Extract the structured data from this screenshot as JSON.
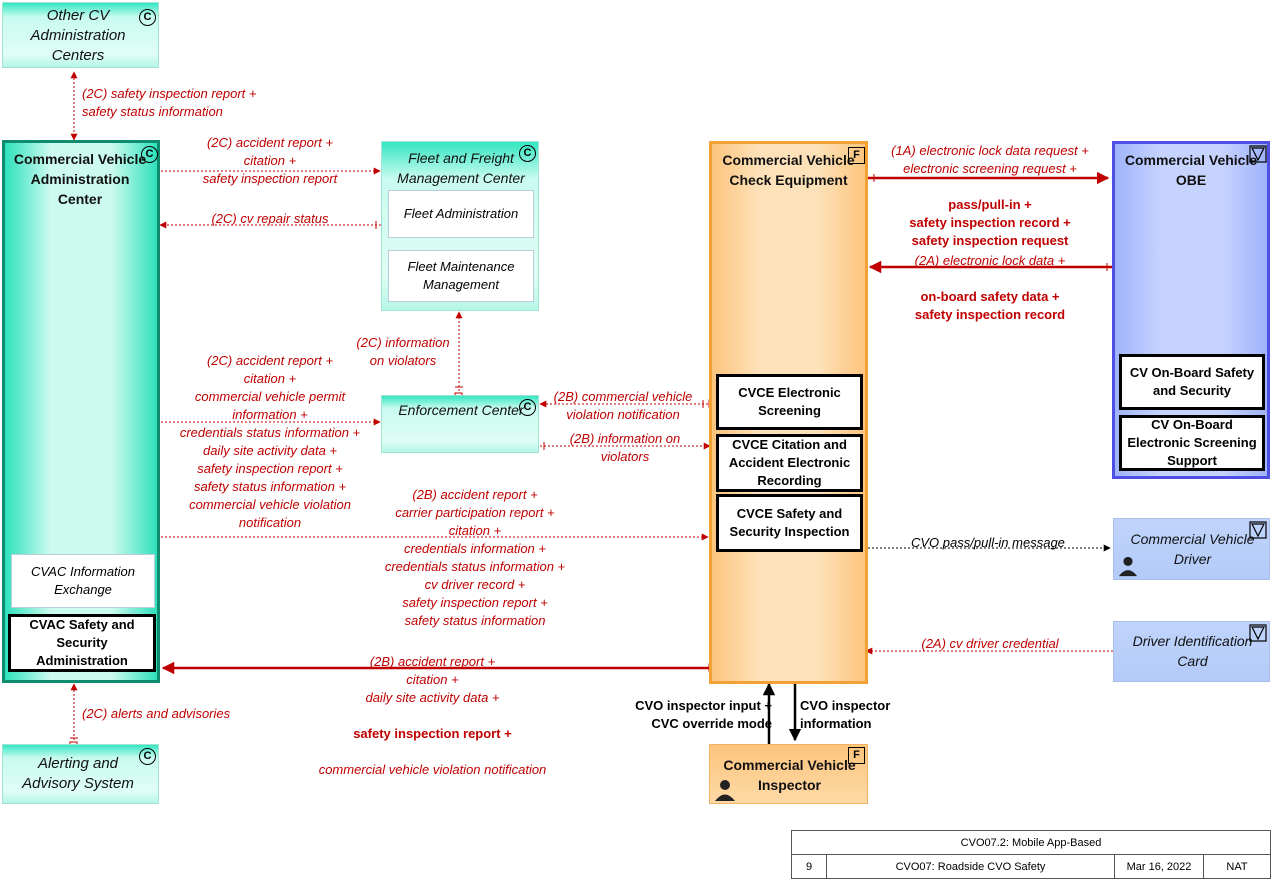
{
  "nodes": {
    "other_cvac": {
      "label": "Other CV\nAdministration\nCenters",
      "badge": "C"
    },
    "cvac": {
      "label": "Commercial Vehicle\nAdministration\nCenter",
      "badge": "C",
      "subs": [
        "CVAC Information\nExchange",
        "CVAC Safety and\nSecurity\nAdministration"
      ]
    },
    "fleet": {
      "label": "Fleet and Freight\nManagement Center",
      "badge": "C",
      "subs": [
        "Fleet Administration",
        "Fleet Maintenance\nManagement"
      ]
    },
    "enforcement": {
      "label": "Enforcement Center",
      "badge": "C"
    },
    "alerting": {
      "label": "Alerting and\nAdvisory System",
      "badge": "C"
    },
    "cvce": {
      "label": "Commercial Vehicle\nCheck Equipment",
      "badge": "F",
      "subs": [
        "CVCE Electronic\nScreening",
        "CVCE Citation and\nAccident Electronic\nRecording",
        "CVCE Safety and\nSecurity Inspection"
      ]
    },
    "obe": {
      "label": "Commercial Vehicle\nOBE",
      "badge": "V",
      "subs": [
        "CV On-Board Safety\nand Security",
        "CV On-Board\nElectronic Screening\nSupport"
      ]
    },
    "driver": {
      "label": "Commercial Vehicle\nDriver",
      "badge": "V"
    },
    "dic": {
      "label": "Driver Identification\nCard",
      "badge": "V"
    },
    "inspector": {
      "label": "Commercial Vehicle\nInspector",
      "badge": "F"
    }
  },
  "flows": {
    "f1": "(2C) safety inspection report +\nsafety status information",
    "f2": "(2C) accident report +\ncitation +\nsafety inspection report",
    "f3": "(2C) cv repair status",
    "f4": "(2C) information\non violators",
    "f5": "(2C) accident report +\ncitation +\ncommercial vehicle permit\ninformation +\ncredentials status information +\ndaily site activity data +\nsafety inspection report +\nsafety status information +\ncommercial vehicle violation\nnotification",
    "f6": "(2B) commercial vehicle\nviolation notification",
    "f7": "(2B) information on\nviolators",
    "f8": "(2B) accident report +\ncarrier participation report +\ncitation +\ncredentials information +\ncredentials status information +\ncv driver record +\nsafety inspection report +\nsafety status information",
    "f9_a": "(2B) accident report +\ncitation +\ndaily site activity data +",
    "f9_b": "safety inspection report +",
    "f9_c": "commercial vehicle violation notification",
    "f10": "(2C) alerts and advisories",
    "f11_a": "(1A) electronic lock data request +\nelectronic screening request +",
    "f11_b": "pass/pull-in +\nsafety inspection record +\nsafety inspection request",
    "f12_a": "(2A) electronic lock data +",
    "f12_b": "on-board safety data +\nsafety inspection record",
    "f13": "CVO pass/pull-in message",
    "f14": "(2A) cv driver credential",
    "f15": "CVO inspector input +\nCVC override mode",
    "f16": "CVO inspector\ninformation"
  },
  "title_block": {
    "title": "CVO07.2: Mobile App-Based",
    "number": "9",
    "name": "CVO07: Roadside CVO Safety",
    "date": "Mar 16, 2022",
    "scope": "NAT"
  },
  "colors": {
    "flow_red": "#c00000",
    "flow_black": "#000000"
  }
}
